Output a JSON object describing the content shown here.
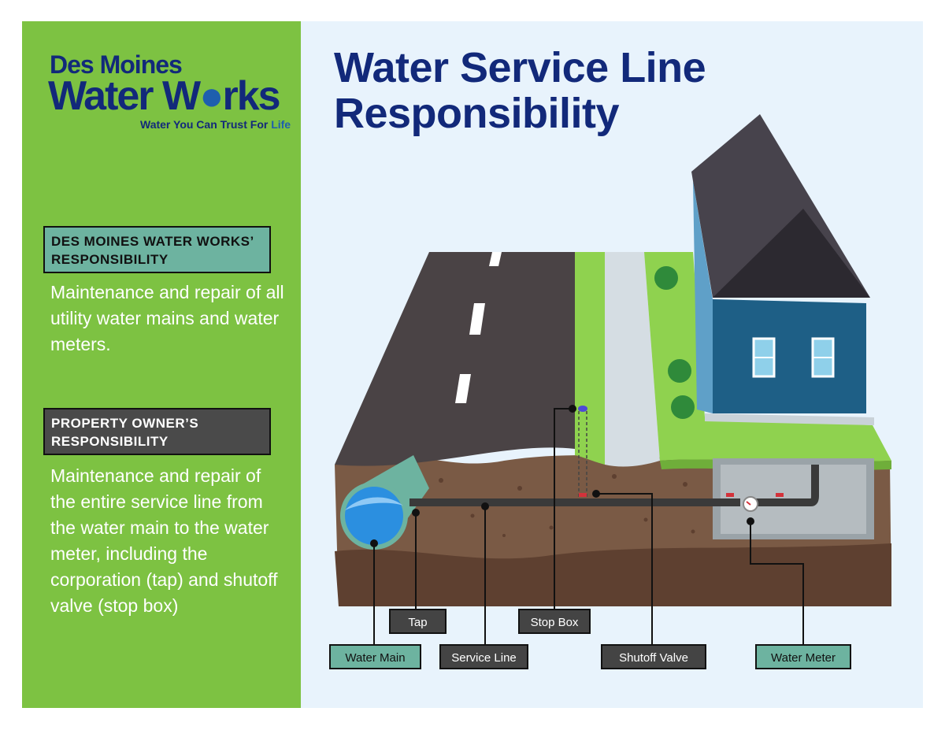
{
  "logo": {
    "line1": "Des Moines",
    "line2a": "Water W",
    "line2b": "rks",
    "tagline": "Water You Can Trust For",
    "tagline_accent": "Life",
    "brand_color": "#12297a",
    "accent_color": "#1e5fae"
  },
  "title": {
    "line1": "Water Service Line",
    "line2": "Responsibility"
  },
  "dmww": {
    "heading": "DES MOINES WATER WORKS’ RESPONSIBILITY",
    "text": "Maintenance and repair of all utility water mains and water meters.",
    "color": "#6db3a0"
  },
  "owner": {
    "heading": "PROPERTY OWNER’S RESPONSIBILITY",
    "text": "Maintenance and repair of the entire service line from the water main to the water meter, including the corporation (tap) and shutoff valve (stop box)",
    "color": "#4a4a4a"
  },
  "callouts": {
    "tap": "Tap",
    "stop_box": "Stop Box",
    "water_main": "Water Main",
    "service_line": "Service Line",
    "shutoff_valve": "Shutoff Valve",
    "water_meter": "Water Meter"
  },
  "colors": {
    "sidebar_green": "#7dc242",
    "panel_bg": "#e8f3fc",
    "house_blue": "#1e5f86",
    "roof": "#47434c",
    "road": "#4a4345",
    "soil": "#7a5a45",
    "water": "#2b8fe0"
  }
}
